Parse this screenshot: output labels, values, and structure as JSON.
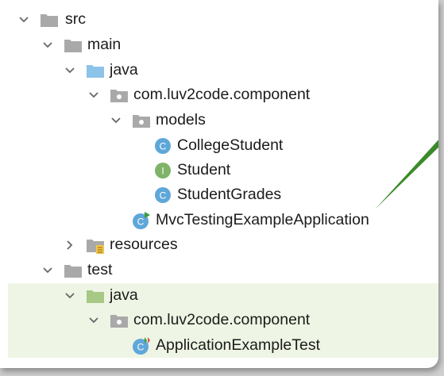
{
  "tree": {
    "src": "src",
    "main": "main",
    "main_java": "java",
    "main_pkg": "com.luv2code.component",
    "models": "models",
    "college_student": "CollegeStudent",
    "student": "Student",
    "student_grades": "StudentGrades",
    "app": "MvcTestingExampleApplication",
    "resources": "resources",
    "test": "test",
    "test_java": "java",
    "test_pkg": "com.luv2code.component",
    "test_app": "ApplicationExampleTest"
  },
  "badges": {
    "class_letter": "C",
    "interface_letter": "I"
  },
  "colors": {
    "folder_gray": "#a9a9a9",
    "folder_blue": "#8cc3e8",
    "folder_green": "#a7c985",
    "class_badge": "#5fa7d9",
    "interface_badge": "#7fb36a",
    "highlight": "#eef5e4",
    "arrow": "#3a8a2a"
  }
}
